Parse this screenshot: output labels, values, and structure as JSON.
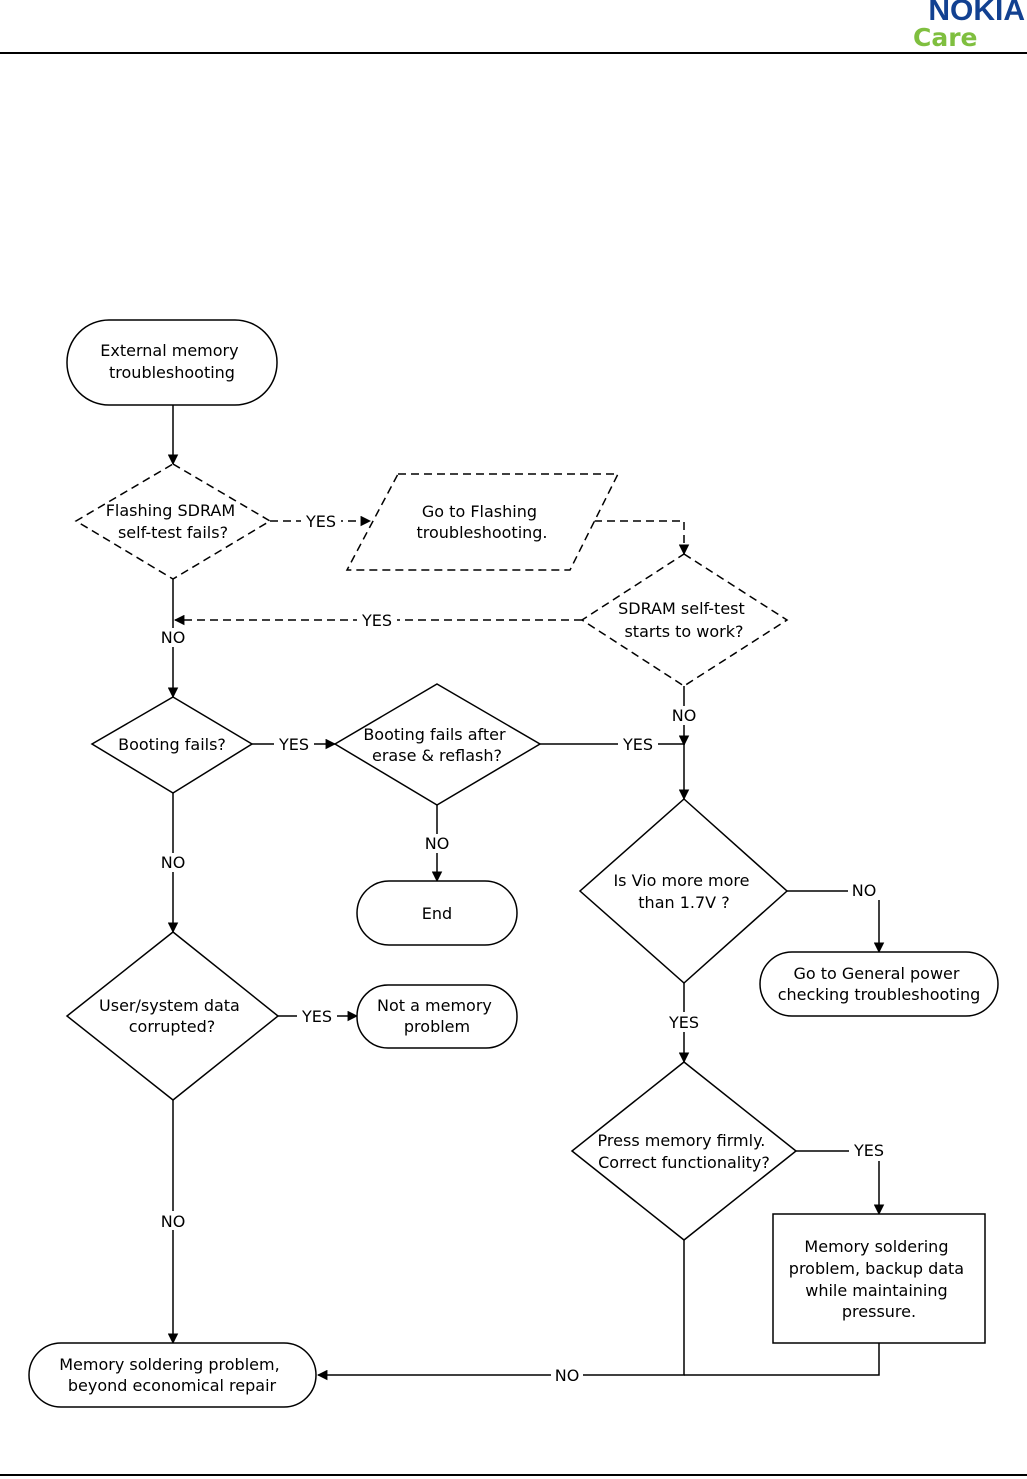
{
  "header": {
    "brand": "NOKIA",
    "brand_sub": "Care",
    "brand_color": "#124191",
    "sub_color": "#7fbf3f"
  },
  "flowchart": {
    "start": [
      "External memory",
      "troubleshooting"
    ],
    "q_flash_sdram": [
      "Flashing SDRAM",
      "self-test fails?"
    ],
    "io_flashing": [
      "Go to Flashing",
      "troubleshooting."
    ],
    "q_sdram_works": [
      "SDRAM self-test",
      "starts to work?"
    ],
    "q_booting": [
      "Booting fails?"
    ],
    "q_boot_reflash": [
      "Booting fails after",
      "erase & reflash?"
    ],
    "end": [
      "End"
    ],
    "q_vio": [
      "Is Vio more more",
      "than 1.7V ?"
    ],
    "general_power": [
      "Go to General power",
      "checking troubleshooting"
    ],
    "q_user_data": [
      "User/system data",
      "corrupted?"
    ],
    "not_memory": [
      "Not a memory",
      "problem"
    ],
    "q_press_memory": [
      "Press memory firmly.",
      "Correct functionality?"
    ],
    "solder_backup": [
      "Memory soldering",
      "problem, backup data",
      "while maintaining",
      "pressure."
    ],
    "ber": [
      "Memory soldering problem,",
      "beyond economical repair"
    ],
    "labels": {
      "yes": "YES",
      "no": "NO"
    }
  }
}
